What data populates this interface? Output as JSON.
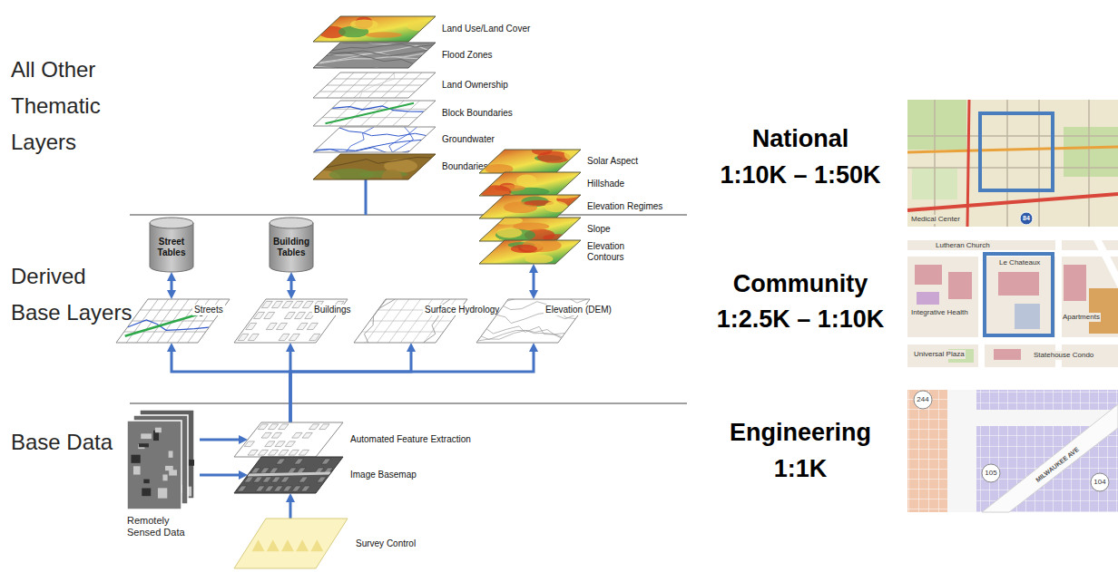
{
  "diagram": {
    "nodes": [
      {
        "text": [
          "Land Use/Land Cover"
        ]
      },
      {
        "text": [
          "Flood Zones"
        ]
      },
      {
        "text": [
          "Land Ownership"
        ]
      },
      {
        "text": [
          "Block Boundaries"
        ]
      },
      {
        "text": [
          "Groundwater"
        ]
      },
      {
        "text": [
          "Boundaries"
        ]
      },
      {
        "text": [
          "Solar Aspect"
        ]
      },
      {
        "text": [
          "Hillshade"
        ]
      },
      {
        "text": [
          "Elevation Regimes"
        ]
      },
      {
        "text": [
          "Slope"
        ]
      },
      {
        "text": [
          "Elevation Contours"
        ]
      },
      {
        "text": [
          "Street Tables"
        ]
      },
      {
        "text": [
          "Building Tables"
        ]
      },
      {
        "text": [
          "Streets"
        ]
      },
      {
        "text": [
          "Buildings"
        ]
      },
      {
        "text": [
          "Surface Hydrology"
        ]
      },
      {
        "text": [
          "Elevation (DEM)"
        ]
      },
      {
        "text": [
          "Automated Feature Extraction"
        ]
      },
      {
        "text": [
          "Image Basemap"
        ]
      },
      {
        "text": [
          "Remotely Sensed Data"
        ]
      },
      {
        "text": [
          "Survey Control"
        ]
      }
    ],
    "edges": [
      {
        "from": 11,
        "to": 13,
        "arrow": "both"
      },
      {
        "from": 12,
        "to": 14,
        "arrow": "both"
      },
      {
        "from": 10,
        "to": 16,
        "arrow": "both"
      },
      {
        "from": 19,
        "to": 17,
        "arrow": "to"
      },
      {
        "from": 19,
        "to": 18,
        "arrow": "to"
      },
      {
        "from": 20,
        "to": 18,
        "arrow": "to"
      },
      {
        "from": 17,
        "to": 13,
        "arrow": "to"
      },
      {
        "from": 17,
        "to": 14,
        "arrow": "to"
      },
      {
        "from": 17,
        "to": 15,
        "arrow": "to"
      },
      {
        "from": 17,
        "to": 16,
        "arrow": "to"
      }
    ],
    "labels": [
      "All Other Thematic Layers",
      "Derived Base Layers",
      "Base Data",
      "National",
      "1:10K – 1:50K",
      "Community",
      "1:2.5K – 1:10K",
      "Engineering",
      "1:1K",
      "84",
      "Medical Center",
      "Lutheran Church",
      "Le Chateaux",
      "Apartments",
      "Statehouse Condo",
      "Integrative Health",
      "Universal Plaza",
      "244",
      "104",
      "105",
      "MILWAUKEE AVE"
    ]
  }
}
